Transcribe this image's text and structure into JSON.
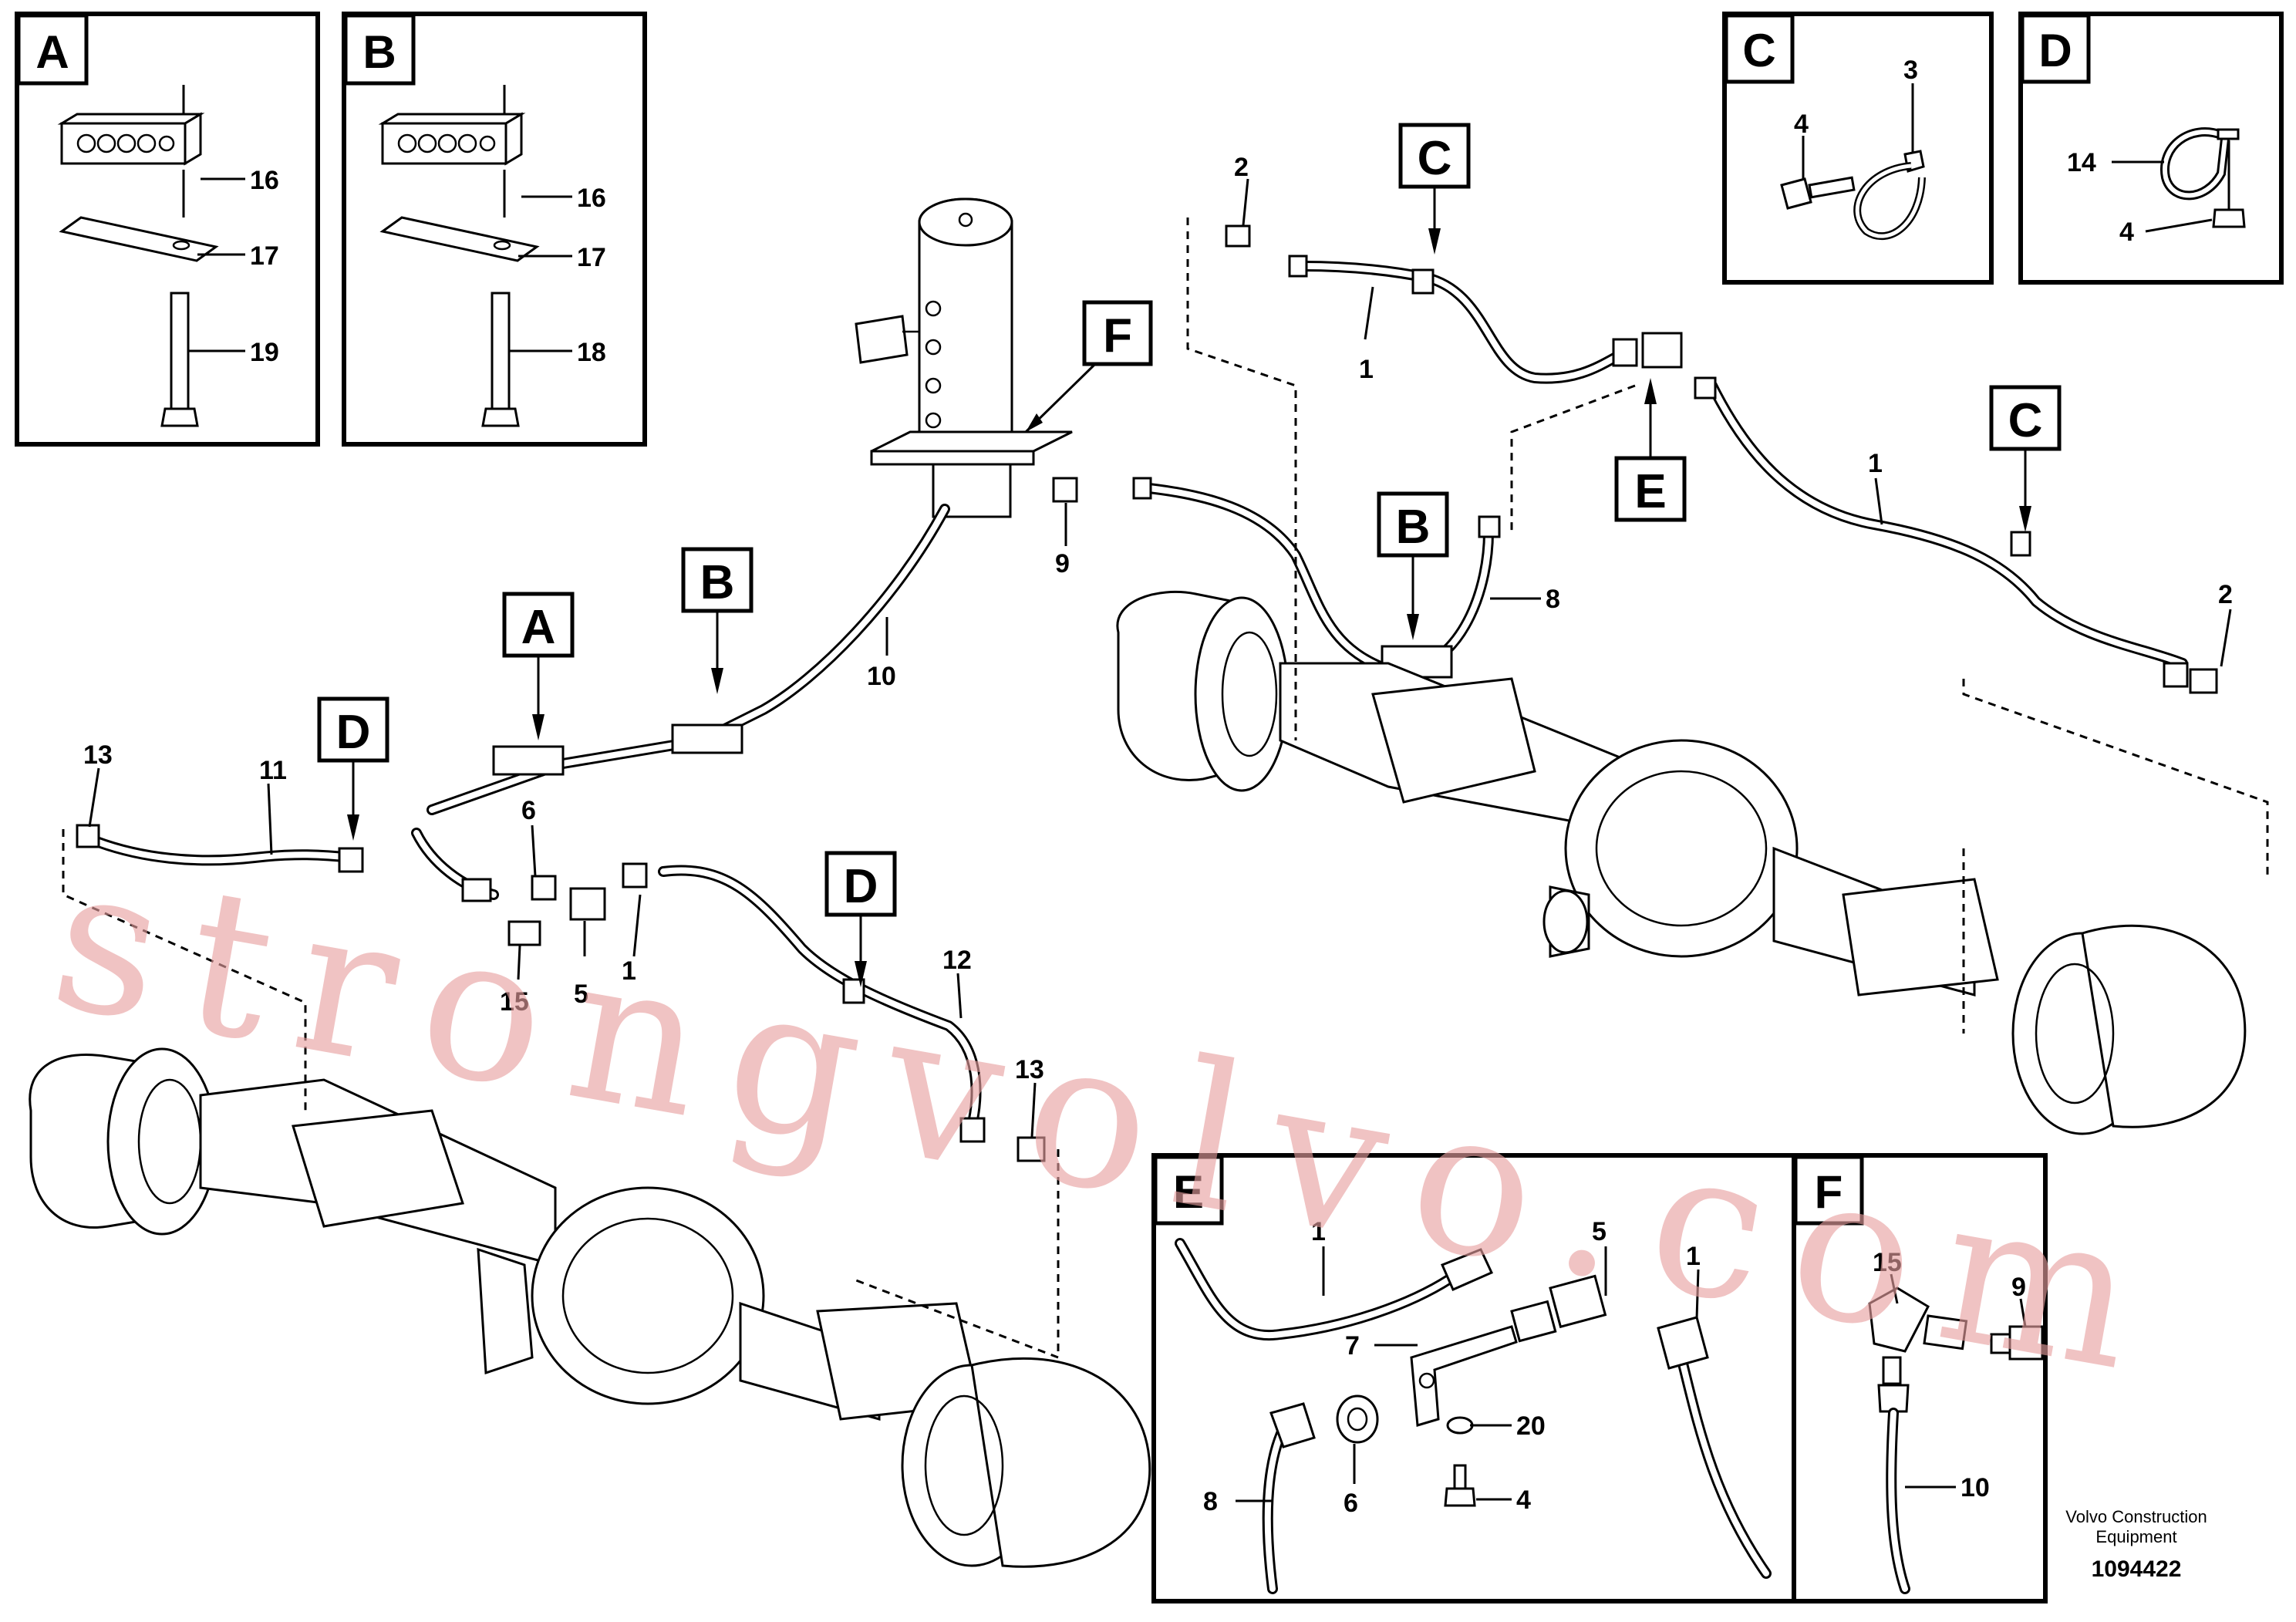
{
  "watermark": "strongvolvo.com",
  "footer": {
    "company_line1": "Volvo Construction",
    "company_line2": "Equipment",
    "drawing_number": "1094422"
  },
  "detail_boxes": [
    {
      "letter": "A",
      "callouts": [
        "16",
        "17",
        "19"
      ]
    },
    {
      "letter": "B",
      "callouts": [
        "16",
        "17",
        "18"
      ]
    },
    {
      "letter": "C",
      "callouts": [
        "3",
        "4"
      ]
    },
    {
      "letter": "D",
      "callouts": [
        "14",
        "4"
      ]
    },
    {
      "letter": "E",
      "callouts": [
        "1",
        "5",
        "1",
        "7",
        "20",
        "8",
        "6",
        "4"
      ]
    },
    {
      "letter": "F",
      "callouts": [
        "15",
        "9",
        "10"
      ]
    }
  ],
  "view_markers": [
    "F",
    "C",
    "B",
    "E",
    "C",
    "A",
    "B",
    "D",
    "D"
  ],
  "main_callouts": [
    "2",
    "1",
    "1",
    "2",
    "8",
    "9",
    "10",
    "13",
    "11",
    "6",
    "1",
    "12",
    "15",
    "5",
    "13"
  ]
}
